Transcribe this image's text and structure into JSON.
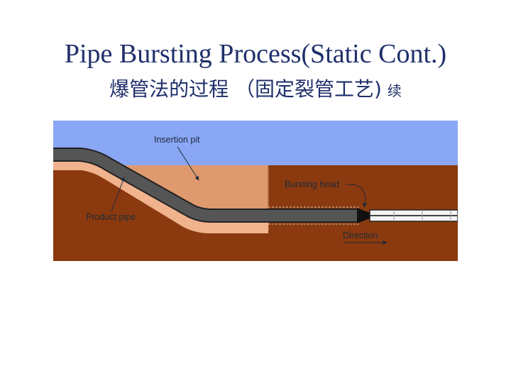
{
  "slide": {
    "title": "Pipe Bursting Process(Static Cont.)",
    "subtitle": "爆管法的过程 （固定裂管工艺)",
    "subtitle_suffix": "续"
  },
  "diagram": {
    "labels": {
      "insertion_pit": "Insertion pit",
      "bursting_head": "Bursting head",
      "product_pipe": "Product pipe",
      "direction": "Direction"
    },
    "colors": {
      "sky": "#8aa7f5",
      "soil": "#8b3a0f",
      "pit_fill": "#de9a6e",
      "liner": "#f0b38d",
      "pipe": "#4f4f4f",
      "head": "#111111"
    }
  }
}
